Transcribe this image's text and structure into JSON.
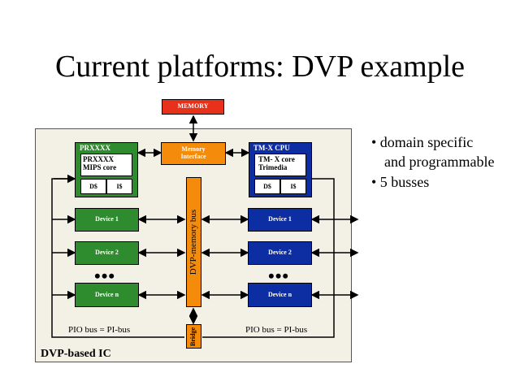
{
  "title": "Current platforms: DVP example",
  "memory_label": "MEMORY",
  "memory_interface_label": "Memory Interface",
  "bus_label": "DVP-memory bus",
  "bridge_label": "Bridge",
  "chip_label": "DVP-based IC",
  "pio_bus_left": "PIO bus = PI-bus",
  "pio_bus_right": "PIO bus = PI-bus",
  "left_processor": {
    "title": "PRXXXX",
    "core_line1": "PRXXXX",
    "core_line2": "MIPS core",
    "cache_d": "D$",
    "cache_i": "I$"
  },
  "right_processor": {
    "title": "TM-X CPU",
    "core_line1": "TM- X core",
    "core_line2": "Trimedia",
    "cache_d": "D$",
    "cache_i": "I$"
  },
  "left_devices": [
    "Device 1",
    "Device 2",
    "Device n"
  ],
  "right_devices": [
    "Device 1",
    "Device 2",
    "Device n"
  ],
  "ellipsis": "•••",
  "bullets": [
    "• domain specific",
    "and programmable",
    "• 5 busses"
  ],
  "colors": {
    "memory": "#e8311a",
    "orange": "#f58b0a",
    "green": "#2e8b2e",
    "blue": "#0d2ea3",
    "chip_bg": "#f3f1e6"
  }
}
